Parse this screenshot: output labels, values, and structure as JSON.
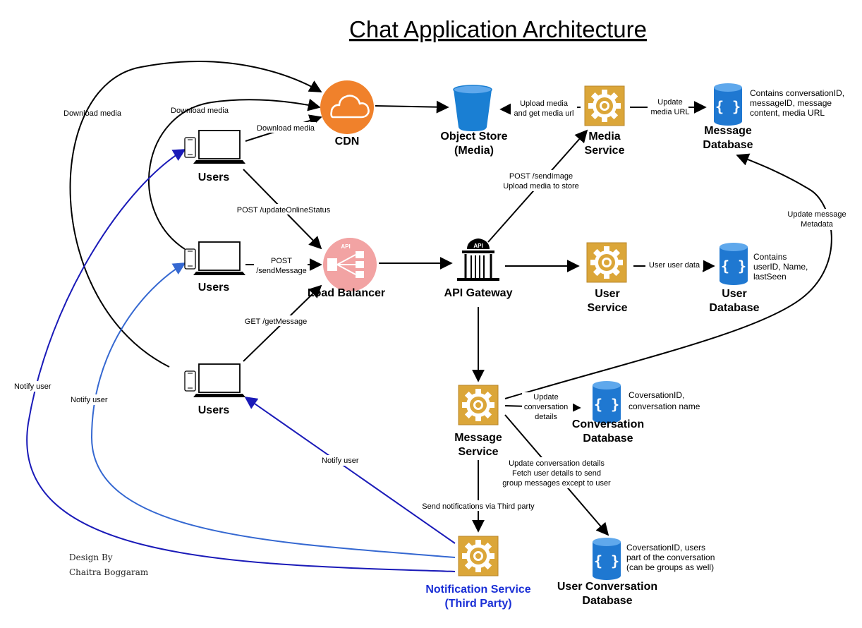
{
  "title": "Chat Application Architecture",
  "nodes": {
    "cdn": "CDN",
    "object_store": [
      "Object Store",
      "(Media)"
    ],
    "media_service": [
      "Media",
      "Service"
    ],
    "message_db": [
      "Message",
      "Database"
    ],
    "users_1": "Users",
    "users_2": "Users",
    "users_3": "Users",
    "load_balancer": "Load Balancer",
    "api_gateway": "API Gateway",
    "user_service": [
      "User",
      "Service"
    ],
    "user_db": [
      "User",
      "Database"
    ],
    "message_service": [
      "Message",
      "Service"
    ],
    "conversation_db": [
      "Conversation",
      "Database"
    ],
    "user_conversation_db": [
      "User Conversation",
      "Database"
    ],
    "notification_service": [
      "Notification Service",
      "(Third Party)"
    ]
  },
  "notes": {
    "message_db": [
      "Contains conversationID,",
      "messageID, message",
      "content, media URL"
    ],
    "user_db": [
      "Contains",
      "userID, Name,",
      "lastSeen"
    ],
    "conversation_db": [
      "CoversationID,",
      "conversation name"
    ],
    "user_conversation_db": [
      "CoversationID, users",
      "part of the conversation",
      "(can be groups as well)"
    ]
  },
  "edges": {
    "download_media_1": "Download media",
    "download_media_2": "Download media",
    "download_media_3": "Download media",
    "upload_media": [
      "Upload media",
      "and get media url"
    ],
    "update_media_url": [
      "Update",
      "media URL"
    ],
    "post_update_status": "POST /updateOnlineStatus",
    "post_send_message": [
      "POST",
      "/sendMessage"
    ],
    "get_message": "GET /getMessage",
    "post_send_image": [
      "POST /sendImage",
      "Upload media to store"
    ],
    "user_data": "User user data",
    "update_msg_meta": [
      "Update message",
      "Metadata"
    ],
    "update_conversation": [
      "Update",
      "conversation",
      "details"
    ],
    "fetch_user_details": [
      "Update conversation details",
      "Fetch user details to send",
      "group messages except to user"
    ],
    "send_notifications": "Send notifications via Third party",
    "notify_user_1": "Notify user",
    "notify_user_2": "Notify user",
    "notify_user_3": "Notify user"
  },
  "credit": [
    "Design By",
    "Chaitra Boggaram"
  ],
  "colors": {
    "cdn": "#f0812b",
    "bucket": "#1a7fd3",
    "service": "#dba639",
    "service_dark": "#a4781f",
    "database": "#1f78d1",
    "load_balancer": "#f2a3a3",
    "notify_dark": "#1a1ab8",
    "notify_light": "#3568d1",
    "notification_label": "#1a2fd6"
  },
  "icons": {
    "cdn": "cloud-icon",
    "object_store": "bucket-icon",
    "services": "gear-icon",
    "databases": "database-icon",
    "load_balancer": "load-balancer-icon",
    "api_gateway": "api-gateway-icon",
    "users": "laptop-phone-icon"
  }
}
